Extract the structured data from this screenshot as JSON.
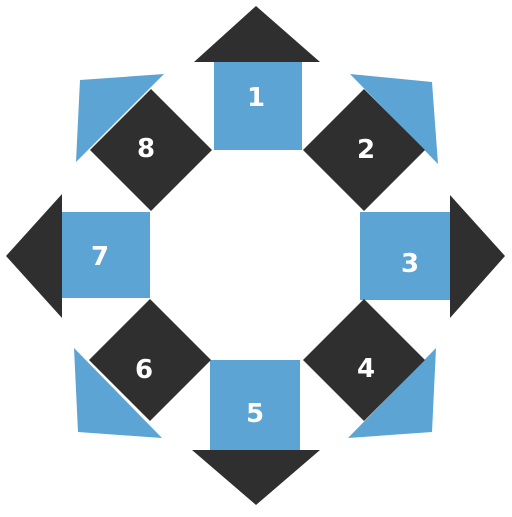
{
  "colors": {
    "dark": "#2f2f2f",
    "blue": "#5ba4d3",
    "label": "#ffffff",
    "background": "#ffffff"
  },
  "tiles": [
    {
      "label": "1",
      "shape": "square",
      "color": "blue"
    },
    {
      "label": "2",
      "shape": "diamond",
      "color": "dark"
    },
    {
      "label": "3",
      "shape": "square",
      "color": "blue"
    },
    {
      "label": "4",
      "shape": "diamond",
      "color": "dark"
    },
    {
      "label": "5",
      "shape": "square",
      "color": "blue"
    },
    {
      "label": "6",
      "shape": "diamond",
      "color": "dark"
    },
    {
      "label": "7",
      "shape": "square",
      "color": "blue"
    },
    {
      "label": "8",
      "shape": "diamond",
      "color": "dark"
    }
  ],
  "arrows": [
    {
      "direction": "up",
      "color": "dark"
    },
    {
      "direction": "up-right",
      "color": "blue"
    },
    {
      "direction": "right",
      "color": "dark"
    },
    {
      "direction": "down-right",
      "color": "blue"
    },
    {
      "direction": "down",
      "color": "dark"
    },
    {
      "direction": "down-left",
      "color": "blue"
    },
    {
      "direction": "left",
      "color": "dark"
    },
    {
      "direction": "up-left",
      "color": "blue"
    }
  ]
}
